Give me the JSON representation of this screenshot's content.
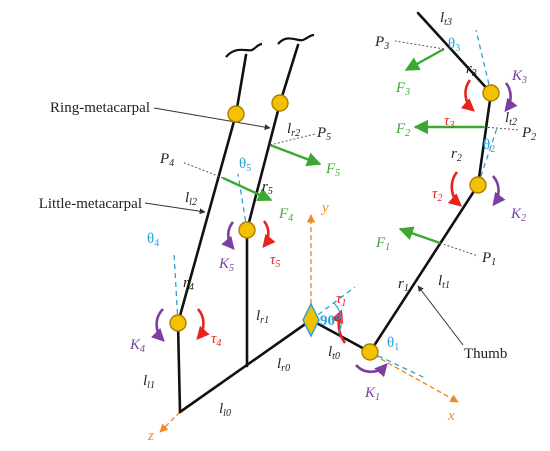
{
  "labels": {
    "ring_metacarpal": "Ring-metacarpal",
    "little_metacarpal": "Little-metacarpal",
    "thumb": "Thumb",
    "right_angle": "90°"
  },
  "axes": {
    "x": "x",
    "y": "y",
    "z": "z"
  },
  "lengths": {
    "lt3": [
      "l",
      "t3"
    ],
    "lt2": [
      "l",
      "t2"
    ],
    "lt1": [
      "l",
      "t1"
    ],
    "lt0": [
      "l",
      "t0"
    ],
    "lr2": [
      "l",
      "r2"
    ],
    "lr1": [
      "l",
      "r1"
    ],
    "lr0": [
      "l",
      "r0"
    ],
    "ll2": [
      "l",
      "l2"
    ],
    "ll1": [
      "l",
      "l1"
    ],
    "ll0": [
      "l",
      "l0"
    ]
  },
  "radii": {
    "r1": [
      "r",
      "1"
    ],
    "r2": [
      "r",
      "2"
    ],
    "r3": [
      "r",
      "3"
    ],
    "r4": [
      "r",
      "4"
    ],
    "r5": [
      "r",
      "5"
    ]
  },
  "points": {
    "P1": [
      "P",
      "1"
    ],
    "P2": [
      "P",
      "2"
    ],
    "P3": [
      "P",
      "3"
    ],
    "P4": [
      "P",
      "4"
    ],
    "P5": [
      "P",
      "5"
    ]
  },
  "forces": {
    "F1": [
      "F",
      "1"
    ],
    "F2": [
      "F",
      "2"
    ],
    "F3": [
      "F",
      "3"
    ],
    "F4": [
      "F",
      "4"
    ],
    "F5": [
      "F",
      "5"
    ]
  },
  "angles": {
    "theta1": [
      "θ",
      "1"
    ],
    "theta2": [
      "θ",
      "2"
    ],
    "theta3": [
      "θ",
      "3"
    ],
    "theta4": [
      "θ",
      "4"
    ],
    "theta5": [
      "θ",
      "5"
    ]
  },
  "torques": {
    "tau1": [
      "τ",
      "1"
    ],
    "tau2": [
      "τ",
      "2"
    ],
    "tau3": [
      "τ",
      "3"
    ],
    "tau4": [
      "τ",
      "4"
    ],
    "tau5": [
      "τ",
      "5"
    ]
  },
  "stiffness": {
    "K1": [
      "K",
      "1"
    ],
    "K2": [
      "K",
      "2"
    ],
    "K3": [
      "K",
      "3"
    ],
    "K4": [
      "K",
      "4"
    ],
    "K5": [
      "K",
      "5"
    ]
  },
  "colors": {
    "link": "#111111",
    "joint_fill": "#f2c200",
    "joint_stroke": "#b07d00",
    "force": "#3aa832",
    "torque": "#e8231f",
    "stiffness": "#7b3fa0",
    "angle": "#2aa0d8",
    "axis": "#f08a24",
    "leader": "#444444"
  }
}
